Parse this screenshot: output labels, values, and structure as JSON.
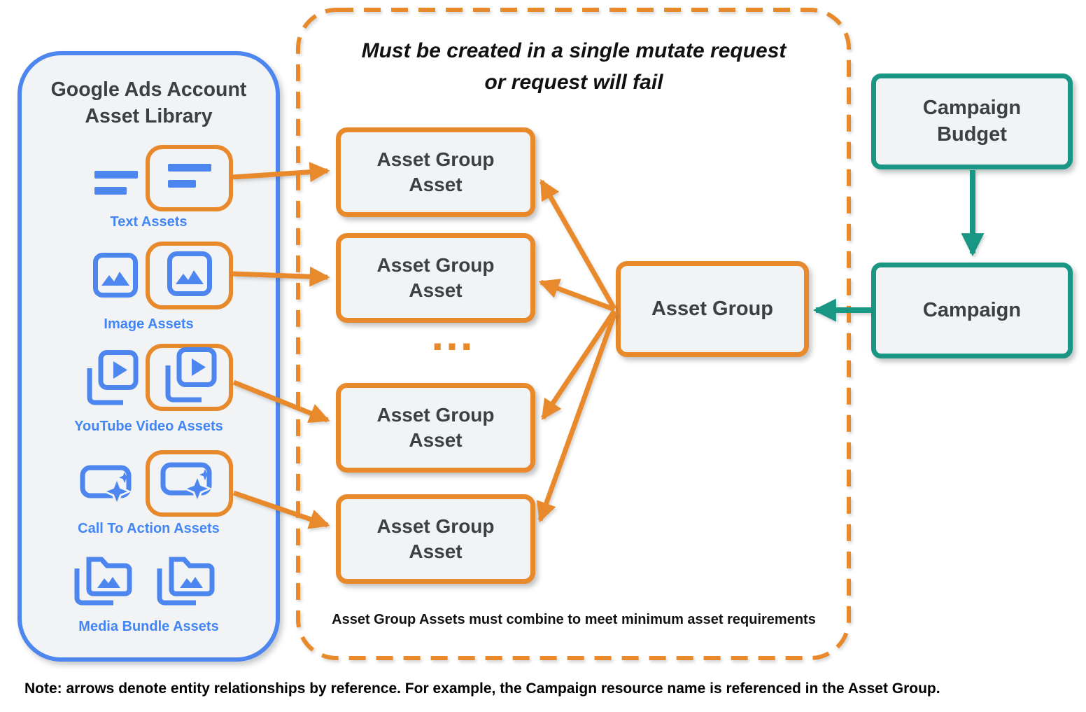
{
  "colors": {
    "orange": "#E8892B",
    "blue_label": "#4285F4",
    "icon_blue": "#4C86EE",
    "teal": "#1A9684",
    "panel_fill": "#F1F3F4",
    "dark_text": "#3C4043",
    "black_text": "#111111"
  },
  "library": {
    "title": "Google Ads Account Asset Library",
    "items": [
      {
        "label": "Text Assets",
        "icon": "text-lines-icon"
      },
      {
        "label": "Image Assets",
        "icon": "image-icon"
      },
      {
        "label": "YouTube Video Assets",
        "icon": "video-stack-icon"
      },
      {
        "label": "Call To Action Assets",
        "icon": "cta-sparkle-icon"
      },
      {
        "label": "Media Bundle Assets",
        "icon": "media-folder-icon"
      }
    ]
  },
  "mutate_panel": {
    "title_line1": "Must be created in a single mutate request",
    "title_line2": "or request will fail",
    "boxes": [
      "Asset Group Asset",
      "Asset Group Asset",
      "Asset Group Asset",
      "Asset Group Asset"
    ],
    "ellipsis": "...",
    "footnote": "Asset Group Assets must combine to meet minimum asset requirements"
  },
  "entities": {
    "asset_group": "Asset Group",
    "campaign_budget": "Campaign Budget",
    "campaign": "Campaign"
  },
  "note": "Note: arrows denote entity relationships by reference. For example, the Campaign resource name is referenced in the Asset Group."
}
